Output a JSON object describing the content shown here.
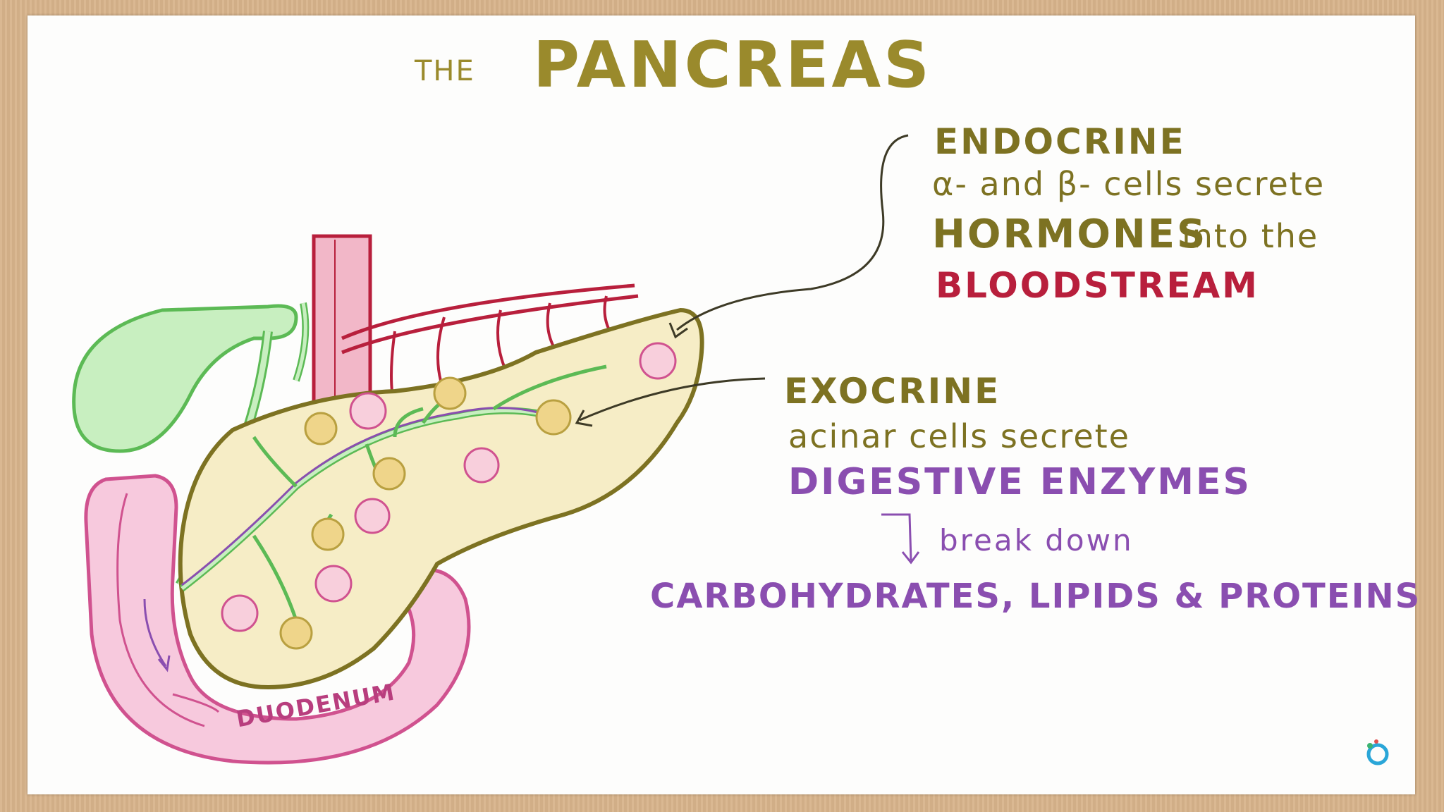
{
  "title": {
    "prefix": "THE",
    "main": "PANCREAS"
  },
  "endocrine": {
    "heading": "ENDOCRINE",
    "line1": "α- and β- cells secrete",
    "hormones": "HORMONES",
    "into": "into the",
    "bloodstream": "BLOODSTREAM"
  },
  "exocrine": {
    "heading": "EXOCRINE",
    "line1": "acinar cells secrete",
    "enzymes": "DIGESTIVE ENZYMES",
    "break_down": "break down",
    "products": "CARBOHYDRATES, LIPIDS & PROTEINS"
  },
  "duodenum_label": "DUODENUM",
  "colors": {
    "olive": "#7d7222",
    "title": "#9a8a2c",
    "blood": "#b81f3c",
    "enzyme": "#8a4eb0",
    "bile": "#7fcf73",
    "pancreas_fill": "#f6edc6",
    "duodenum": "#d0528f"
  },
  "logo": "osmosis-logo-icon"
}
